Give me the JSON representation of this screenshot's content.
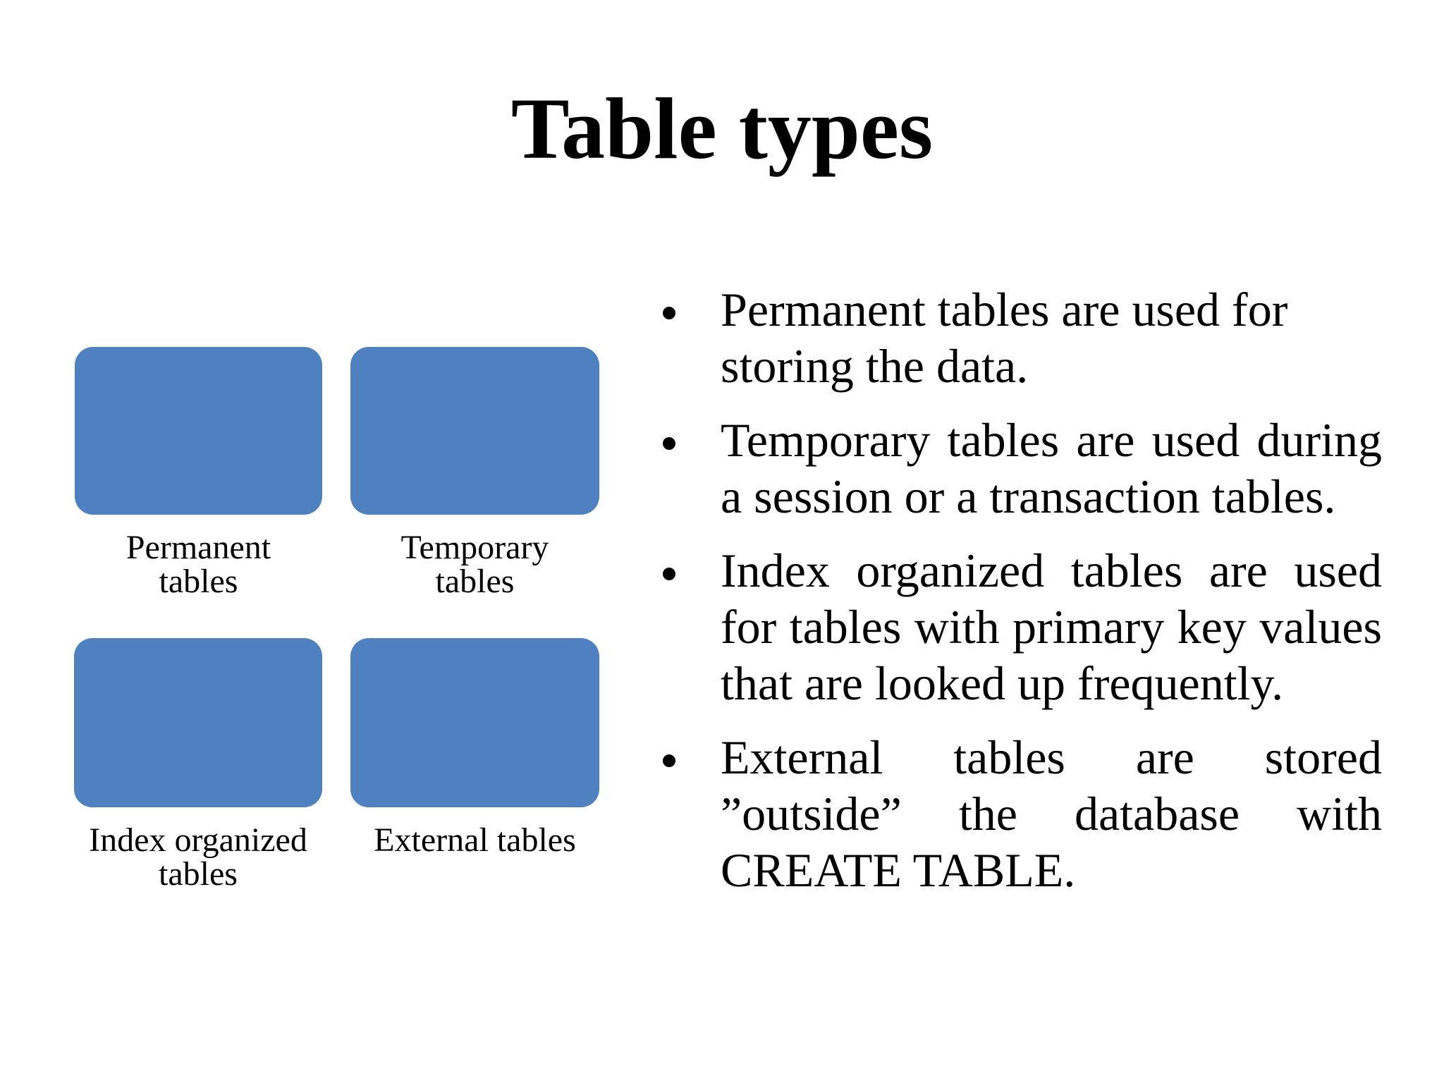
{
  "title": "Table types",
  "colors": {
    "background": "#FFFFFF",
    "box_fill": "#4F80C0",
    "text_color": "#000000"
  },
  "diagram": {
    "boxes": [
      {
        "name": "permanent-tables",
        "label_lines": [
          "Permanent",
          "tables"
        ]
      },
      {
        "name": "temporary-tables",
        "label_lines": [
          "Temporary",
          "tables"
        ]
      },
      {
        "name": "index-organized-tables",
        "label_lines": [
          "Index organized",
          "tables"
        ]
      },
      {
        "name": "external-tables",
        "label_lines": [
          "External tables"
        ]
      }
    ]
  },
  "bullets": {
    "marker": "•",
    "items": [
      {
        "lines": [
          "Permanent tables are used for",
          "storing the data."
        ]
      },
      {
        "lines": [
          "Temporary tables are used during",
          "a session or a transaction tables."
        ]
      },
      {
        "lines": [
          "Index organized tables are used",
          "for tables with primary key values",
          "that are looked up frequently."
        ]
      },
      {
        "lines": [
          "External tables are stored",
          "”outside” the database with",
          "CREATE TABLE."
        ]
      }
    ]
  }
}
